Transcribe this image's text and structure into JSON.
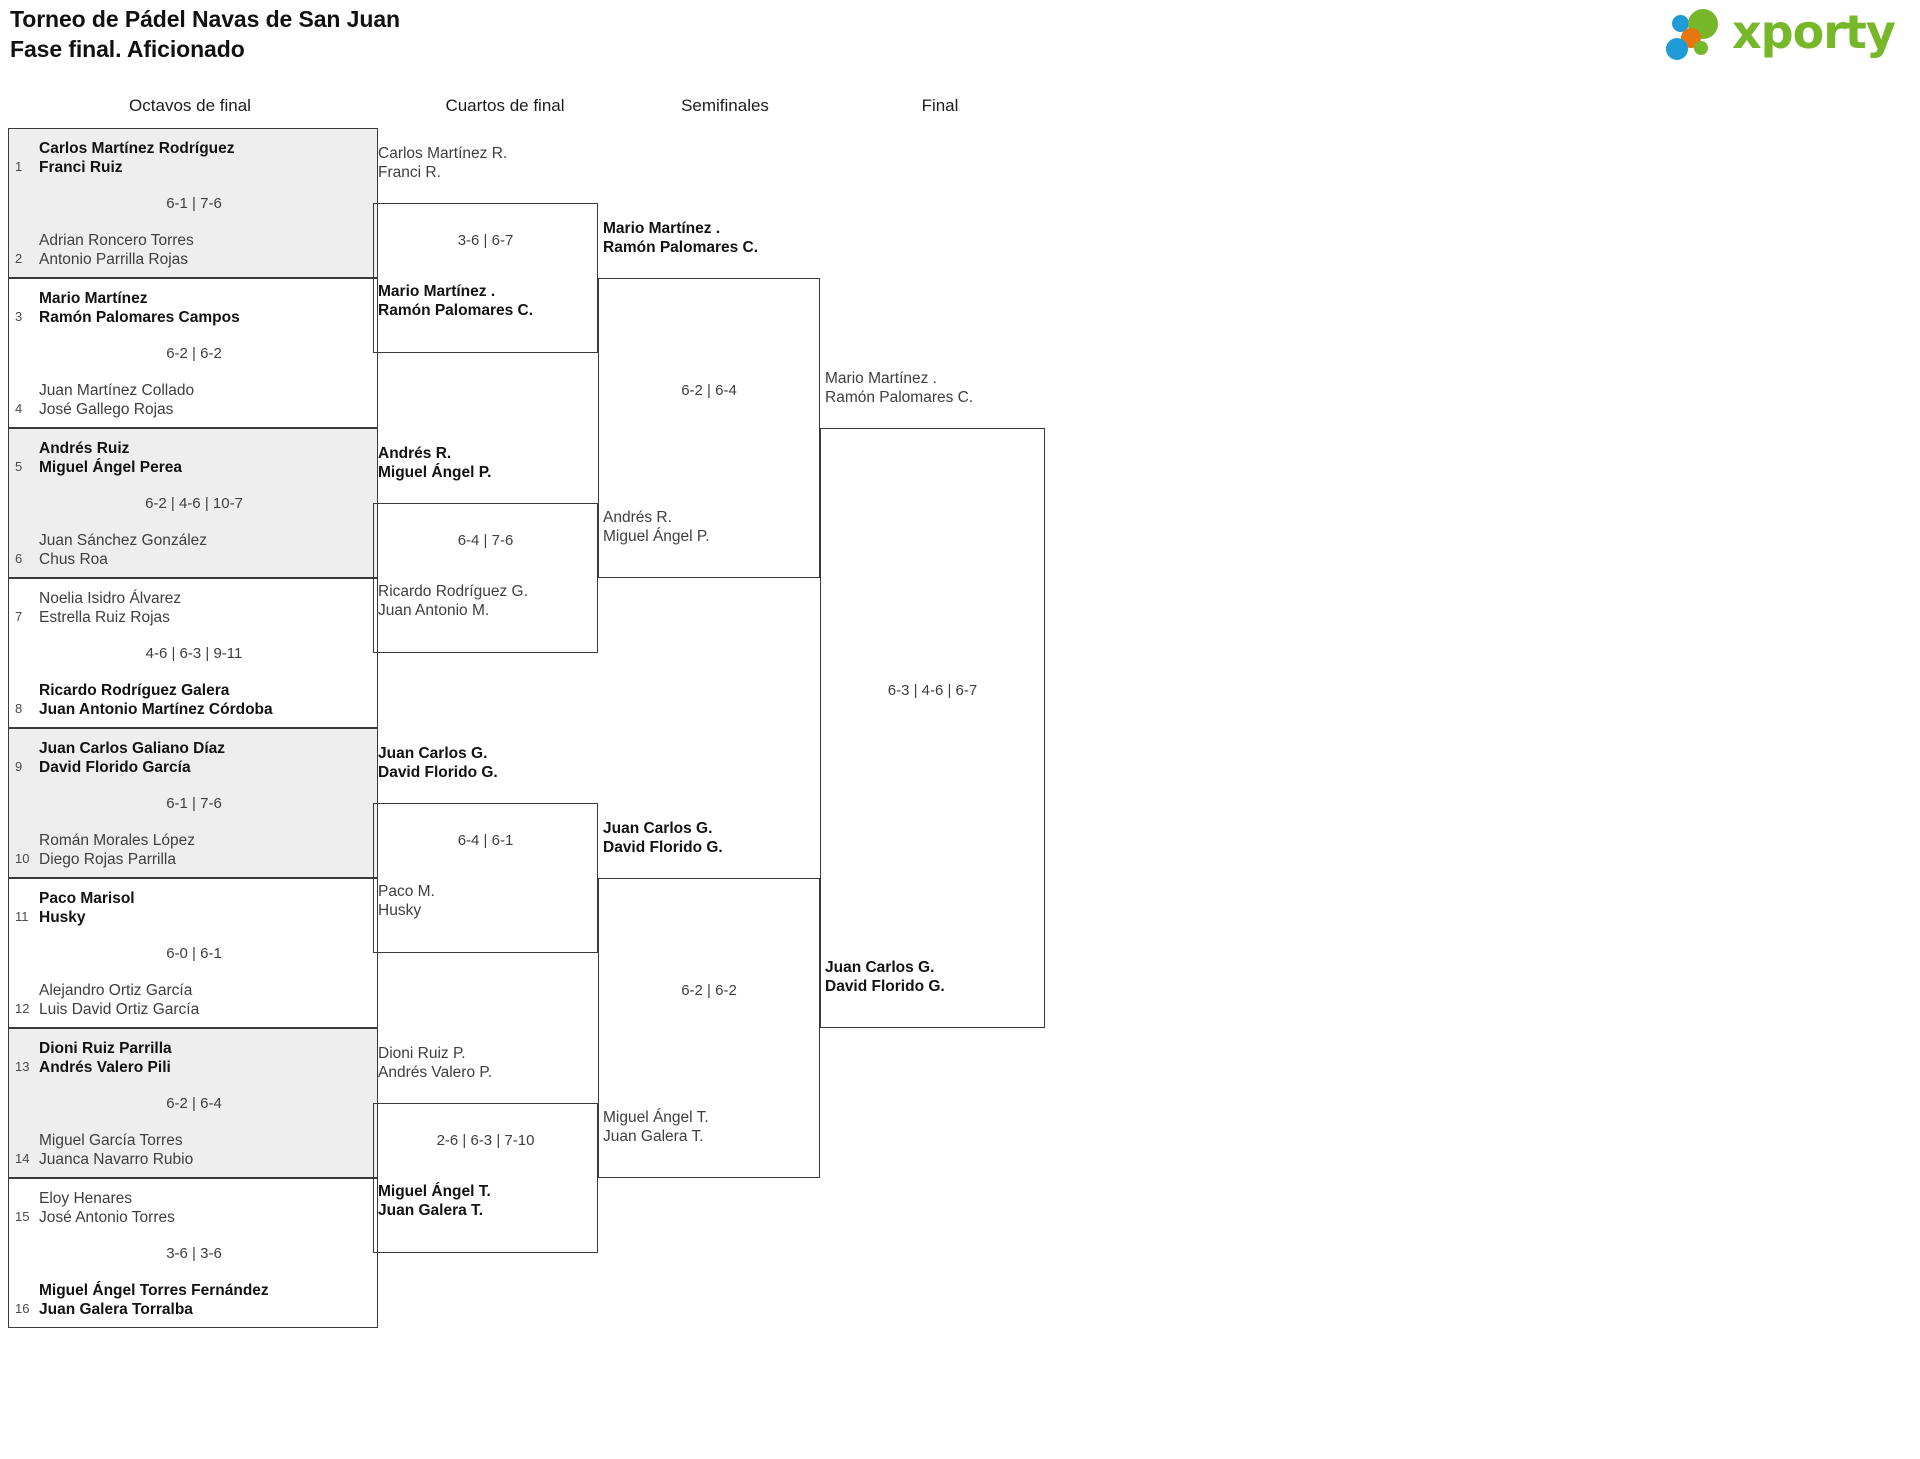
{
  "header": {
    "title_line1": "Torneo de Pádel Navas de San Juan",
    "title_line2": "Fase final. Aficionado",
    "logo_text": "xporty",
    "brand_green": "#76b82a",
    "brand_blue": "#1f9bd8",
    "brand_orange": "#e8760f"
  },
  "rounds": [
    {
      "label": "Octavos de final"
    },
    {
      "label": "Cuartos de final"
    },
    {
      "label": "Semifinales"
    },
    {
      "label": "Final"
    }
  ],
  "round1": [
    {
      "seed_top": "1",
      "top_line1": "Carlos Martínez Rodríguez",
      "top_line2": "Franci Ruiz",
      "top_winner": true,
      "score": "6-1 | 7-6",
      "seed_bottom": "2",
      "bottom_line1": "Adrian Roncero Torres",
      "bottom_line2": "Antonio Parrilla Rojas",
      "bottom_winner": false
    },
    {
      "seed_top": "3",
      "top_line1": "Mario Martínez",
      "top_line2": "Ramón Palomares Campos",
      "top_winner": true,
      "score": "6-2 | 6-2",
      "seed_bottom": "4",
      "bottom_line1": "Juan Martínez Collado",
      "bottom_line2": "José Gallego Rojas",
      "bottom_winner": false
    },
    {
      "seed_top": "5",
      "top_line1": "Andrés Ruiz",
      "top_line2": "Miguel Ángel Perea",
      "top_winner": true,
      "score": "6-2 | 4-6 | 10-7",
      "seed_bottom": "6",
      "bottom_line1": "Juan Sánchez González",
      "bottom_line2": "Chus Roa",
      "bottom_winner": false
    },
    {
      "seed_top": "7",
      "top_line1": "Noelia Isidro Álvarez",
      "top_line2": "Estrella Ruiz Rojas",
      "top_winner": false,
      "score": "4-6 | 6-3 | 9-11",
      "seed_bottom": "8",
      "bottom_line1": "Ricardo Rodríguez Galera",
      "bottom_line2": "Juan Antonio Martínez Córdoba",
      "bottom_winner": true
    },
    {
      "seed_top": "9",
      "top_line1": "Juan Carlos Galiano Díaz",
      "top_line2": "David Florido García",
      "top_winner": true,
      "score": "6-1 | 7-6",
      "seed_bottom": "10",
      "bottom_line1": "Román Morales López",
      "bottom_line2": "Diego Rojas Parrilla",
      "bottom_winner": false
    },
    {
      "seed_top": "11",
      "top_line1": "Paco Marisol",
      "top_line2": "Husky",
      "top_winner": true,
      "score": "6-0 | 6-1",
      "seed_bottom": "12",
      "bottom_line1": "Alejandro Ortiz García",
      "bottom_line2": "Luis David Ortiz García",
      "bottom_winner": false
    },
    {
      "seed_top": "13",
      "top_line1": "Dioni Ruiz Parrilla",
      "top_line2": "Andrés Valero Pili",
      "top_winner": true,
      "score": "6-2 | 6-4",
      "seed_bottom": "14",
      "bottom_line1": "Miguel García Torres",
      "bottom_line2": "Juanca Navarro Rubio",
      "bottom_winner": false
    },
    {
      "seed_top": "15",
      "top_line1": "Eloy Henares",
      "top_line2": "José Antonio Torres",
      "top_winner": false,
      "score": "3-6 | 3-6",
      "seed_bottom": "16",
      "bottom_line1": "Miguel Ángel Torres Fernández",
      "bottom_line2": "Juan Galera Torralba",
      "bottom_winner": true
    }
  ],
  "round2": [
    {
      "top_line1": "Carlos Martínez R.",
      "top_line2": "Franci R.",
      "top_winner": false,
      "score": "3-6 | 6-7",
      "bottom_line1": "Mario Martínez .",
      "bottom_line2": "Ramón Palomares C.",
      "bottom_winner": true
    },
    {
      "top_line1": "Andrés R.",
      "top_line2": "Miguel Ángel P.",
      "top_winner": true,
      "score": "6-4 | 7-6",
      "bottom_line1": "Ricardo Rodríguez G.",
      "bottom_line2": "Juan Antonio M.",
      "bottom_winner": false
    },
    {
      "top_line1": "Juan Carlos G.",
      "top_line2": "David Florido G.",
      "top_winner": true,
      "score": "6-4 | 6-1",
      "bottom_line1": "Paco M.",
      "bottom_line2": "Husky",
      "bottom_winner": false
    },
    {
      "top_line1": "Dioni Ruiz P.",
      "top_line2": "Andrés Valero P.",
      "top_winner": false,
      "score": "2-6 | 6-3 | 7-10",
      "bottom_line1": "Miguel Ángel T.",
      "bottom_line2": "Juan Galera T.",
      "bottom_winner": true
    }
  ],
  "round3": [
    {
      "top_line1": "Mario Martínez .",
      "top_line2": "Ramón Palomares C.",
      "top_winner": true,
      "score": "6-2 | 6-4",
      "bottom_line1": "Andrés R.",
      "bottom_line2": "Miguel Ángel P.",
      "bottom_winner": false
    },
    {
      "top_line1": "Juan Carlos G.",
      "top_line2": "David Florido G.",
      "top_winner": true,
      "score": "6-2 | 6-2",
      "bottom_line1": "Miguel Ángel T.",
      "bottom_line2": "Juan Galera T.",
      "bottom_winner": false
    }
  ],
  "round4": [
    {
      "top_line1": "Mario Martínez .",
      "top_line2": "Ramón Palomares C.",
      "top_winner": false,
      "score": "6-3 | 4-6 | 6-7",
      "bottom_line1": "Juan Carlos G.",
      "bottom_line2": "David Florido G.",
      "bottom_winner": true
    }
  ]
}
